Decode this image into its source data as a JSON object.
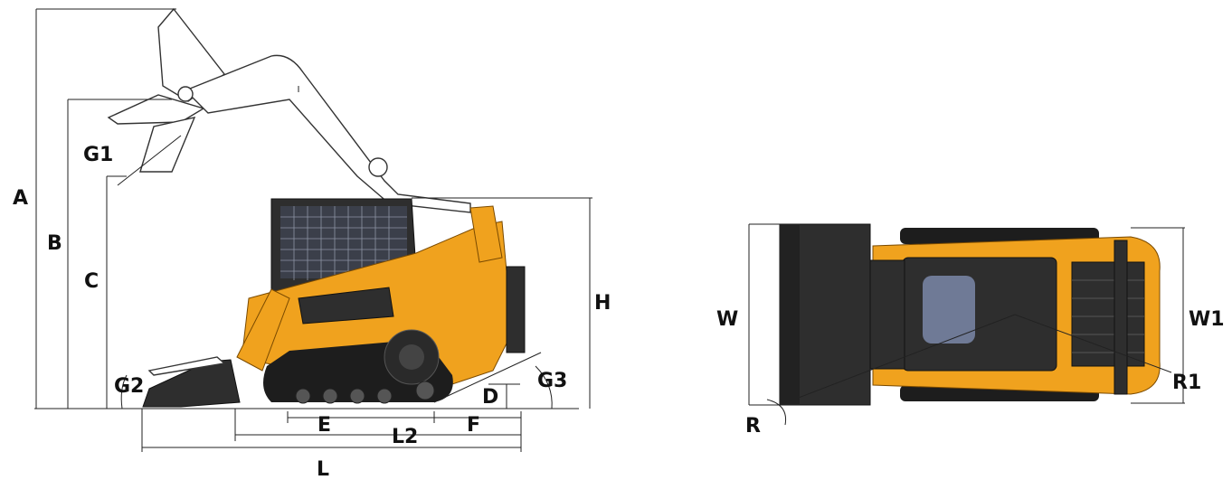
{
  "colors": {
    "machine": "#f0a21e",
    "machine_dark": "#c97f10",
    "track": "#1d1d1d",
    "glass": "#3b3f4a",
    "lines": "#222222"
  },
  "side_view": {
    "labels": {
      "A": "A",
      "B": "B",
      "C": "C",
      "G1": "G1",
      "G2": "G2",
      "G3": "G3",
      "H": "H",
      "D": "D",
      "E": "E",
      "F": "F",
      "L2": "L2",
      "L": "L"
    }
  },
  "top_view": {
    "labels": {
      "W": "W",
      "W1": "W1",
      "R": "R",
      "R1": "R1"
    }
  }
}
